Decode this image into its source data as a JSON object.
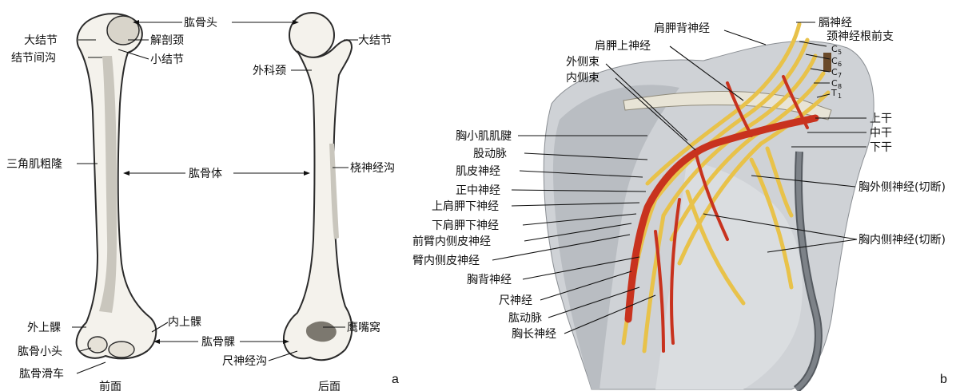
{
  "panel_a": {
    "caption": "a",
    "labels": {
      "humeral_head": "肱骨头",
      "greater_tubercle_front": "大结节",
      "anatomical_neck": "解剖颈",
      "intertubercular_groove": "结节间沟",
      "lesser_tubercle": "小结节",
      "greater_tubercle_back": "大结节",
      "surgical_neck": "外科颈",
      "deltoid_tuberosity": "三角肌粗隆",
      "humeral_body": "肱骨体",
      "radial_groove": "桡神经沟",
      "lateral_epicondyle": "外上髁",
      "medial_epicondyle": "内上髁",
      "capitulum": "肱骨小头",
      "condyle": "肱骨髁",
      "olecranon_fossa": "鹰嘴窝",
      "ulnar_groove": "尺神经沟",
      "trochlea": "肱骨滑车",
      "front_view": "前面",
      "back_view": "后面"
    }
  },
  "panel_b": {
    "caption": "b",
    "labels": {
      "phrenic": "膈神经",
      "dorsal_scapular": "肩胛背神经",
      "cervical_roots": "颈神经根前支",
      "suprascapular": "肩胛上神经",
      "c5": "C",
      "c5_sub": "5",
      "c6": "C",
      "c6_sub": "6",
      "c7": "C",
      "c7_sub": "7",
      "c8": "C",
      "c8_sub": "8",
      "t1": "T",
      "t1_sub": "1",
      "lateral_cord": "外侧束",
      "medial_cord": "内侧束",
      "upper_trunk": "上干",
      "middle_trunk": "中干",
      "lower_trunk": "下干",
      "pec_minor_tendon": "胸小肌肌腱",
      "femoral_artery": "股动脉",
      "musculocutaneous": "肌皮神经",
      "median": "正中神经",
      "upper_subscapular": "上肩胛下神经",
      "lower_subscapular": "下肩胛下神经",
      "medial_antebrachial": "前臂内侧皮神经",
      "medial_brachial": "臂内侧皮神经",
      "thoracodorsal": "胸背神经",
      "ulnar": "尺神经",
      "brachial_artery": "肱动脉",
      "long_thoracic": "胸长神经",
      "lateral_pectoral": "胸外侧神经(切断)",
      "medial_pectoral": "胸内侧神经(切断)"
    }
  },
  "colors": {
    "artery": "#c8321e",
    "nerve": "#e8c24a",
    "muscle": "#c9ccd0",
    "bone": "#f4f2ec"
  }
}
